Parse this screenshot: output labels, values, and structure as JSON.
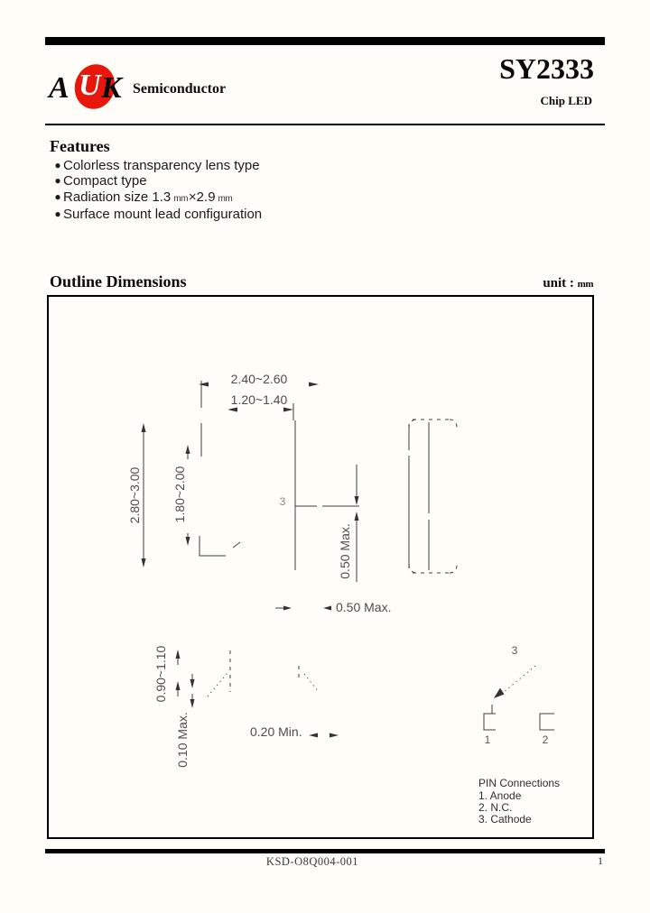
{
  "header": {
    "logo": {
      "letter_a": "A",
      "letter_u": "U",
      "letter_k": "K",
      "company": "Semiconductor"
    },
    "part_number": "SY2333",
    "subtitle": "Chip LED"
  },
  "features": {
    "title": "Features",
    "items": [
      {
        "text": "Colorless transparency lens type"
      },
      {
        "text": "Compact type"
      },
      {
        "text": "Radiation size 1.3",
        "unit_a": "mm",
        "mid": "×2.9",
        "unit_b": "mm"
      },
      {
        "text": "Surface mount lead configuration"
      }
    ]
  },
  "outline": {
    "title": "Outline Dimensions",
    "unit_label": "unit :",
    "unit_value": "mm",
    "dims": {
      "overall_width": "2.40~2.60",
      "lens_width": "1.20~1.40",
      "overall_length": "2.80~3.00",
      "lens_length": "1.80~2.00",
      "electrode_height": "0.50 Max.",
      "electrode_width": "0.50 Max.",
      "thickness": "0.90~1.10",
      "standoff": "0.10 Max.",
      "gap": "0.20 Min."
    },
    "labels": {
      "top_marker": "3",
      "pin3_marker": "3",
      "pin1": "1",
      "pin2": "2"
    },
    "pin_connections": {
      "title": "PIN Connections",
      "pin1": "1. Anode",
      "pin2": "2. N.C.",
      "pin3": "3. Cathode"
    }
  },
  "footer": {
    "doc_number": "KSD-O8Q004-001",
    "page_number": "1"
  },
  "colors": {
    "accent_red": "#e8170c",
    "line": "#3e3e3e",
    "ink": "#0a0a0a"
  }
}
